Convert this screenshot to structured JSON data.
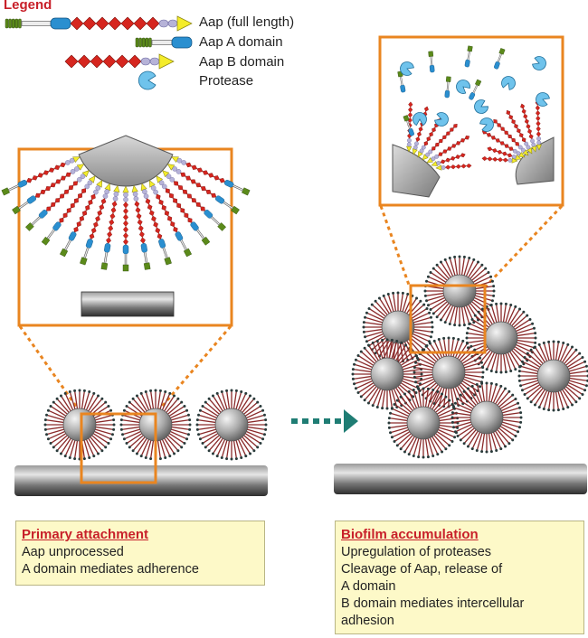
{
  "legend": {
    "title": "Legend",
    "items": [
      {
        "label": "Aap (full length)",
        "icon": "aap-full-length-icon"
      },
      {
        "label": "Aap A domain",
        "icon": "aap-a-domain-icon"
      },
      {
        "label": "Aap B domain",
        "icon": "aap-b-domain-icon"
      },
      {
        "label": "Protease",
        "icon": "protease-icon"
      }
    ]
  },
  "left_panel": {
    "heading": "Primary attachment",
    "lines": [
      "Aap unprocessed",
      "A domain mediates adherence"
    ]
  },
  "right_panel": {
    "heading": "Biofilm accumulation",
    "lines": [
      "Upregulation of proteases",
      "Cleavage of Aap, release of",
      "A domain",
      "B domain mediates intercellular",
      "adhesion"
    ]
  },
  "colors": {
    "orange": "#e98520",
    "red_diamond": "#d6261f",
    "blue_domain": "#2a8fd0",
    "green_domain": "#5b8a1a",
    "lavender": "#b6b3d8",
    "yellow": "#f4ec2a",
    "protease": "#6fc3ec",
    "box_fill": "#fdf9c8",
    "heading_red": "#c8202a",
    "arrow_teal": "#1f7d74"
  }
}
